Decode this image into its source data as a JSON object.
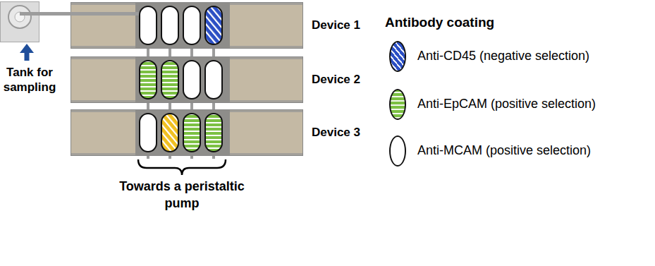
{
  "diagram": {
    "nodes": [
      {
        "text": [
          "Tank for sampling"
        ]
      },
      {
        "text": [
          "Device 1"
        ]
      },
      {
        "text": [
          "Device 2"
        ]
      },
      {
        "text": [
          "Device 3"
        ]
      }
    ],
    "edges": [
      {
        "from": 0,
        "to": 1,
        "arrow": "none"
      },
      {
        "from": 1,
        "to": 2,
        "arrow": "none"
      },
      {
        "from": 2,
        "to": 3,
        "arrow": "none"
      }
    ],
    "labels": [
      "Antibody coating",
      "Towards a peristaltic pump"
    ],
    "legend": [
      {
        "text": "Anti-CD45 (negative selection)",
        "color": "#2b4fc4"
      },
      {
        "text": "Anti-EpCAM (positive selection)",
        "color": "#7cc043"
      },
      {
        "text": "Anti-MCAM (positive selection)",
        "color": "#ffffff"
      }
    ]
  }
}
